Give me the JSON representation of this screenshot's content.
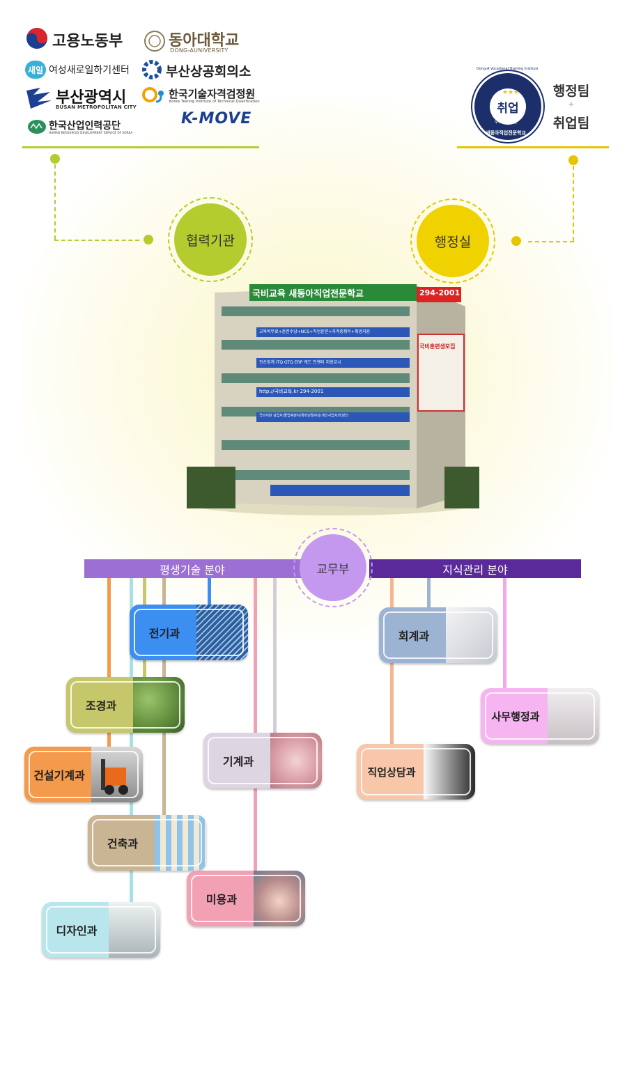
{
  "partners": {
    "logos": [
      {
        "id": "moel",
        "text": "고용노동부"
      },
      {
        "id": "donga",
        "text": "동아대학교",
        "sub": "DONG-AUNIVERSITY"
      },
      {
        "id": "saeil",
        "text": "여성새로일하기센터",
        "mark": "새일"
      },
      {
        "id": "chamber",
        "text": "부산상공회의소"
      },
      {
        "id": "busan",
        "text": "부산광역시",
        "sub": "BUSAN METROPOLITAN CITY"
      },
      {
        "id": "kotiq",
        "text": "한국기술자격검정원",
        "sub": "Korea Testing Institute of Technical Qualification"
      },
      {
        "id": "hrdk",
        "text": "한국산업인력공단",
        "sub": "HUMAN RESOURCES DEVELOPMENT SERVICE OF KOREA"
      },
      {
        "id": "kmove",
        "text": "K-MOVE"
      }
    ]
  },
  "badge": {
    "center": "취업",
    "sub": "우수훈련기관",
    "ring_top": "Dong-A Vocational Training Institute",
    "ring_bottom": "새동아직업전문학교"
  },
  "teams": {
    "line1": "행정팀",
    "plus": "+",
    "line2": "취업팀"
  },
  "nodes": {
    "partner": "협력기관",
    "admin": "행정실",
    "academic": "교무부"
  },
  "building": {
    "sign_main": "국비교육 새동아직업전문학교",
    "sign_phone": "294-2001",
    "banner_1": "교육비무료+훈련수당+NCS+직업훈련+자격증취득+취업지원",
    "banner_2": "전산회계 ITQ GTQ ERP 캐드 인벤터 지방교시",
    "banner_3": "http://국비교육.kr 294-2001",
    "banner_4": "국비지원 실업자/졸업예정자/경력단절여성/개인사업자/직장인",
    "side_title": "국비훈련생모집"
  },
  "fields": {
    "left": "평생기술 분야",
    "right": "지식관리 분야"
  },
  "departments": [
    {
      "id": "electric",
      "label": "전기과"
    },
    {
      "id": "landscape",
      "label": "조경과"
    },
    {
      "id": "construction_machine",
      "label": "건설기계과"
    },
    {
      "id": "architecture",
      "label": "건축과"
    },
    {
      "id": "design",
      "label": "디자인과"
    },
    {
      "id": "machine",
      "label": "기계과"
    },
    {
      "id": "beauty",
      "label": "미용과"
    },
    {
      "id": "accounting",
      "label": "회계과"
    },
    {
      "id": "office",
      "label": "사무행정과"
    },
    {
      "id": "career",
      "label": "직업상담과"
    }
  ],
  "colors": {
    "green": "#b5cc2e",
    "yellow": "#e6c500",
    "purple_light": "#9b6fd3",
    "purple_dark": "#5a2a9a",
    "academic": "#c598f0"
  }
}
